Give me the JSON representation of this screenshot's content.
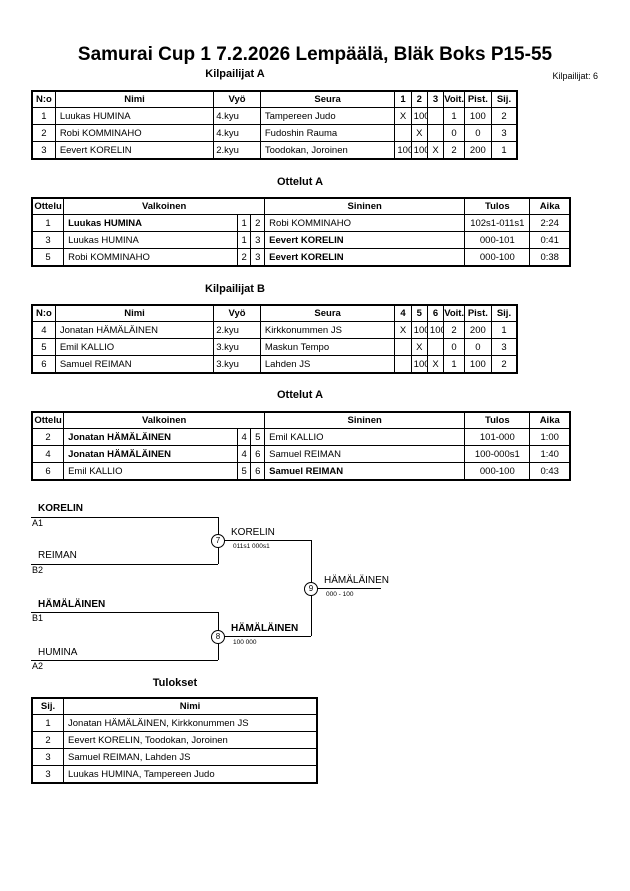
{
  "header": {
    "title": "Samurai Cup 1  7.2.2026  Lempäälä, Bläk Boks   P15-55",
    "count": "Kilpailijat: 6"
  },
  "pool_a": {
    "heading": "Kilpailijat A",
    "columns": [
      "N:o",
      "Nimi",
      "Vyö",
      "Seura",
      "1",
      "2",
      "3",
      "Voit.",
      "Pist.",
      "Sij."
    ],
    "rows": [
      {
        "no": "1",
        "name": "Luukas HUMINA",
        "belt": "4.kyu",
        "club": "Tampereen Judo",
        "m1": "X",
        "m2": "100",
        "m3": "",
        "wins": "1",
        "points": "100",
        "rank": "2"
      },
      {
        "no": "2",
        "name": "Robi KOMMINAHO",
        "belt": "4.kyu",
        "club": "Fudoshin Rauma",
        "m1": "",
        "m2": "X",
        "m3": "",
        "wins": "0",
        "points": "0",
        "rank": "3"
      },
      {
        "no": "3",
        "name": "Eevert KORELIN",
        "belt": "2.kyu",
        "club": "Toodokan, Joroinen",
        "m1": "100",
        "m2": "100",
        "m3": "X",
        "wins": "2",
        "points": "200",
        "rank": "1"
      }
    ]
  },
  "matches_a": {
    "heading": "Ottelut A",
    "columns": [
      "Ottelu",
      "Valkoinen",
      "Sininen",
      "Tulos",
      "Aika"
    ],
    "rows": [
      {
        "no": "1",
        "white": "Luukas HUMINA",
        "wn": "1",
        "bn": "2",
        "blue": "Robi KOMMINAHO",
        "result": "102s1-011s1",
        "time": "2:24",
        "winner": "white"
      },
      {
        "no": "3",
        "white": "Luukas HUMINA",
        "wn": "1",
        "bn": "3",
        "blue": "Eevert KORELIN",
        "result": "000-101",
        "time": "0:41",
        "winner": "blue"
      },
      {
        "no": "5",
        "white": "Robi KOMMINAHO",
        "wn": "2",
        "bn": "3",
        "blue": "Eevert KORELIN",
        "result": "000-100",
        "time": "0:38",
        "winner": "blue"
      }
    ]
  },
  "pool_b": {
    "heading": "Kilpailijat B",
    "columns": [
      "N:o",
      "Nimi",
      "Vyö",
      "Seura",
      "4",
      "5",
      "6",
      "Voit.",
      "Pist.",
      "Sij."
    ],
    "rows": [
      {
        "no": "4",
        "name": "Jonatan HÄMÄLÄINEN",
        "belt": "2.kyu",
        "club": "Kirkkonummen JS",
        "m1": "X",
        "m2": "100",
        "m3": "100",
        "wins": "2",
        "points": "200",
        "rank": "1"
      },
      {
        "no": "5",
        "name": "Emil KALLIO",
        "belt": "3.kyu",
        "club": "Maskun Tempo",
        "m1": "",
        "m2": "X",
        "m3": "",
        "wins": "0",
        "points": "0",
        "rank": "3"
      },
      {
        "no": "6",
        "name": "Samuel REIMAN",
        "belt": "3.kyu",
        "club": "Lahden JS",
        "m1": "",
        "m2": "100",
        "m3": "X",
        "wins": "1",
        "points": "100",
        "rank": "2"
      }
    ]
  },
  "matches_b": {
    "heading": "Ottelut A",
    "columns": [
      "Ottelu",
      "Valkoinen",
      "Sininen",
      "Tulos",
      "Aika"
    ],
    "rows": [
      {
        "no": "2",
        "white": "Jonatan HÄMÄLÄINEN",
        "wn": "4",
        "bn": "5",
        "blue": "Emil KALLIO",
        "result": "101-000",
        "time": "1:00",
        "winner": "white"
      },
      {
        "no": "4",
        "white": "Jonatan HÄMÄLÄINEN",
        "wn": "4",
        "bn": "6",
        "blue": "Samuel REIMAN",
        "result": "100-000s1",
        "time": "1:40",
        "winner": "white"
      },
      {
        "no": "6",
        "white": "Emil KALLIO",
        "wn": "5",
        "bn": "6",
        "blue": "Samuel REIMAN",
        "result": "000-100",
        "time": "0:43",
        "winner": "blue"
      }
    ]
  },
  "bracket": {
    "semi1_top": "KORELIN",
    "semi1_top_seed": "A1",
    "semi1_bottom": "REIMAN",
    "semi1_bottom_seed": "B2",
    "semi1_no": "7",
    "semi1_winner": "KORELIN",
    "semi1_score": "011s1   000s1",
    "semi2_top": "HÄMÄLÄINEN",
    "semi2_top_seed": "B1",
    "semi2_bottom": "HUMINA",
    "semi2_bottom_seed": "A2",
    "semi2_no": "8",
    "semi2_winner": "HÄMÄLÄINEN",
    "semi2_score": "100   000",
    "final_no": "9",
    "final_winner": "HÄMÄLÄINEN",
    "final_score": "000 - 100"
  },
  "results": {
    "heading": "Tulokset",
    "columns": [
      "Sij.",
      "Nimi"
    ],
    "rows": [
      {
        "rank": "1",
        "name": "Jonatan HÄMÄLÄINEN, Kirkkonummen JS"
      },
      {
        "rank": "2",
        "name": "Eevert KORELIN, Toodokan, Joroinen"
      },
      {
        "rank": "3",
        "name": "Samuel REIMAN, Lahden JS"
      },
      {
        "rank": "3",
        "name": "Luukas HUMINA, Tampereen Judo"
      }
    ]
  }
}
